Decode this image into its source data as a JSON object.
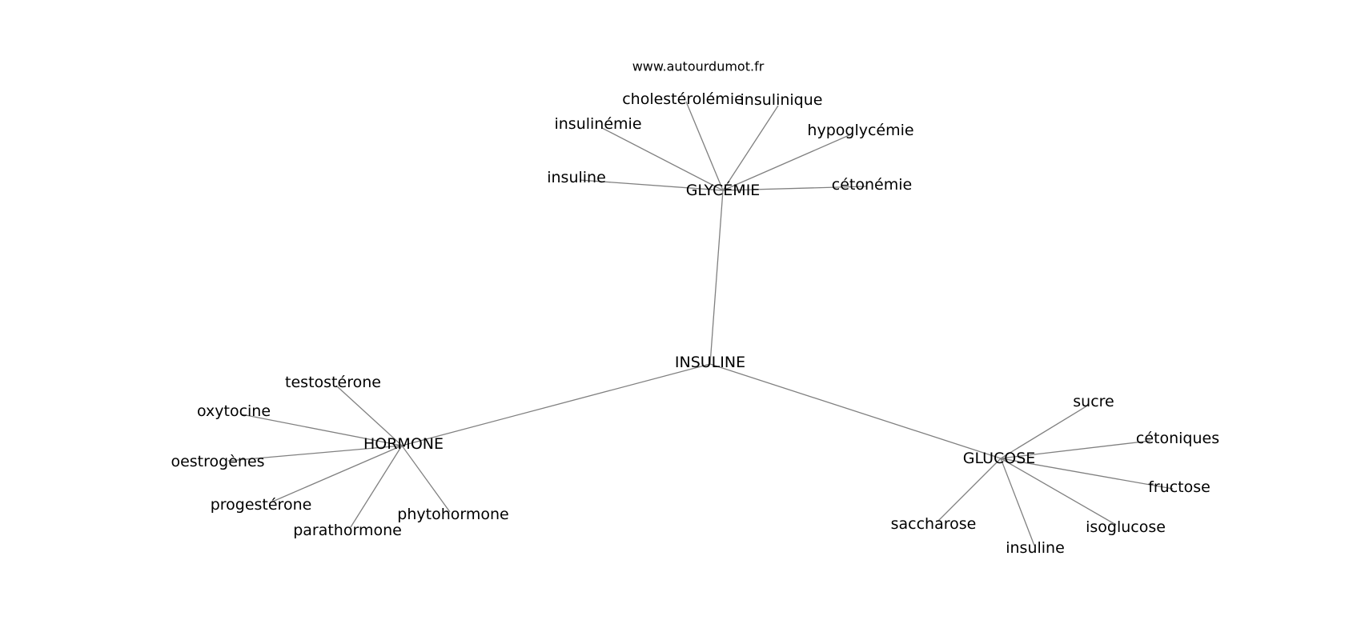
{
  "watermark": "www.autourdumot.fr",
  "colors": {
    "edge": "#808080",
    "text": "#000000",
    "background": "#ffffff"
  },
  "center": "INSULINE",
  "clusters": [
    {
      "hub": "GLYCÉMIE",
      "leaves": [
        "cholestérolémie",
        "insulinique",
        "insulinémie",
        "hypoglycémie",
        "insuline",
        "cétonémie"
      ]
    },
    {
      "hub": "HORMONE",
      "leaves": [
        "testostérone",
        "oxytocine",
        "oestrogènes",
        "progestérone",
        "parathormone",
        "phytohormone"
      ]
    },
    {
      "hub": "GLUCOSE",
      "leaves": [
        "sucre",
        "cétoniques",
        "fructose",
        "isoglucose",
        "insuline",
        "saccharose"
      ]
    }
  ]
}
